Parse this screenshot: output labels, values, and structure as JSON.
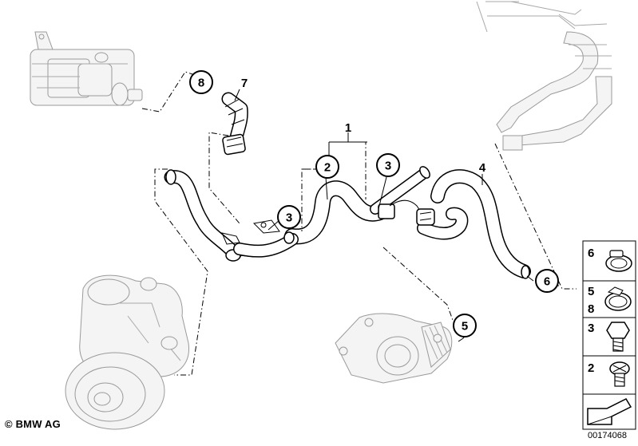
{
  "diagram": {
    "copyright": "© BMW AG",
    "diagram_id": "00174068",
    "callouts": [
      "1",
      "2",
      "3",
      "3",
      "4",
      "5",
      "6",
      "7",
      "8"
    ],
    "legend": {
      "rows": [
        {
          "numbers": [
            "6"
          ],
          "item": "hose-clamp-icon"
        },
        {
          "numbers": [
            "5",
            "8"
          ],
          "item": "hose-clamp-icon"
        },
        {
          "numbers": [
            "3"
          ],
          "item": "hex-bolt-icon"
        },
        {
          "numbers": [
            "2"
          ],
          "item": "screw-icon"
        },
        {
          "numbers": [],
          "item": "direction-arrow-icon"
        }
      ]
    }
  }
}
